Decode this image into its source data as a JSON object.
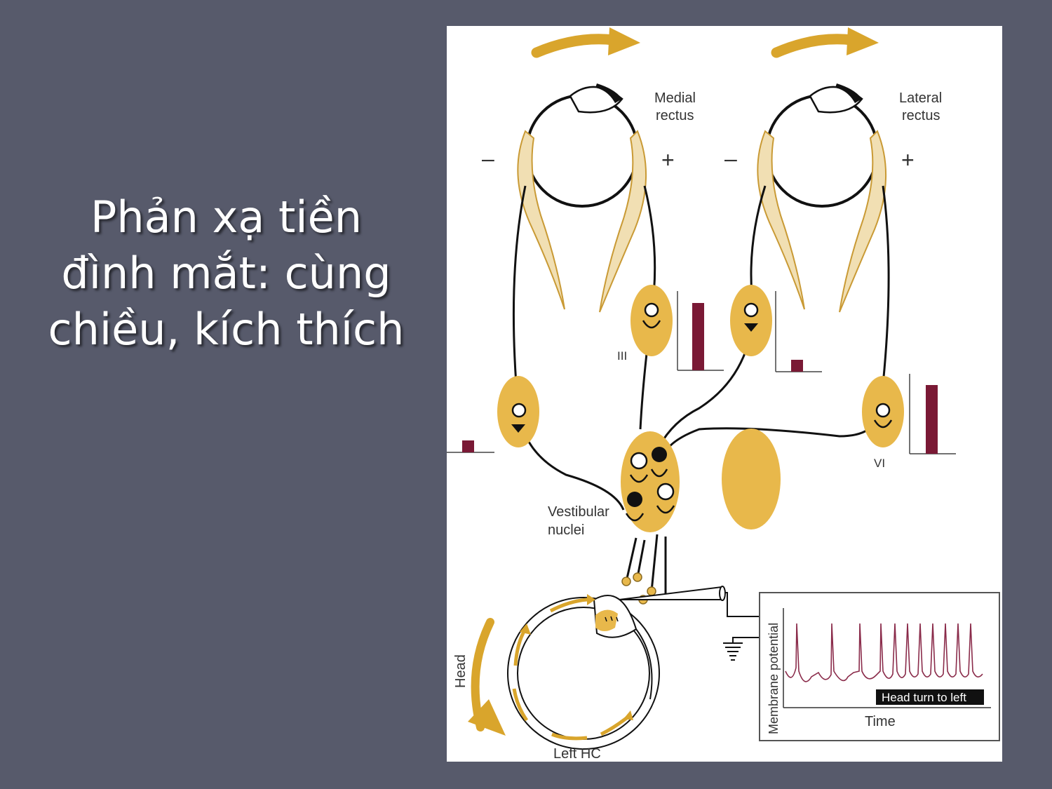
{
  "title_lines": [
    "Phản xạ tiền",
    "đình mắt: cùng",
    "chiều, kích thích"
  ],
  "labels": {
    "medial": "Medial",
    "rectus1": "rectus",
    "lateral": "Lateral",
    "rectus2": "rectus",
    "minus": "–",
    "plus": "+",
    "nerve3": "III",
    "nerve6": "VI",
    "vestibular": "Vestibular",
    "nuclei": "nuclei",
    "head": "Head",
    "left_hc": "Left HC",
    "membrane_potential": "Membrane potential",
    "time": "Time",
    "head_turn": "Head turn to left"
  },
  "colors": {
    "background": "#575a6b",
    "gold": "#d9a52c",
    "nucleus": "#e8b84b",
    "bar": "#7a1935",
    "trace": "#8a2b4a"
  }
}
